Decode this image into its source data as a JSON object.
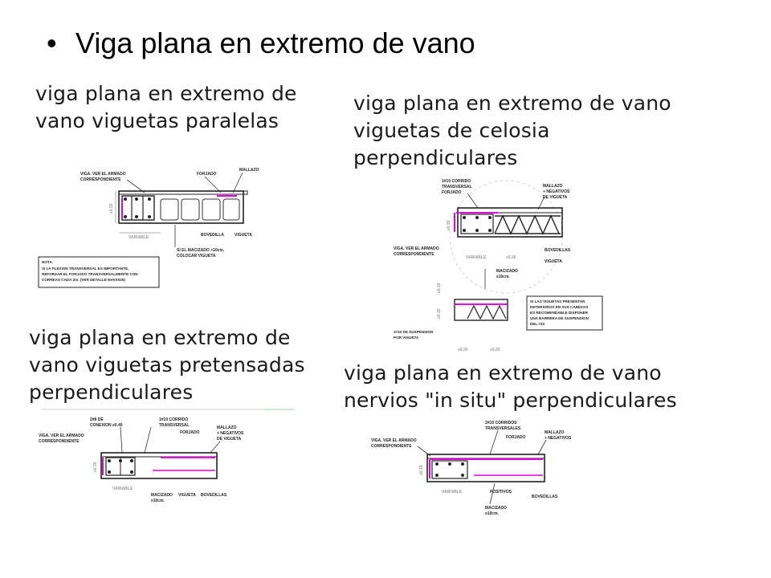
{
  "slide": {
    "bullet": "•",
    "title": "Viga plana en extremo de vano"
  },
  "panels": [
    {
      "caption": [
        "viga plana en extremo de",
        "vano viguetas paralelas"
      ],
      "labels": {
        "viga": "VIGA. VER EL ARMADO",
        "viga2": "CORRESPONDIENTE",
        "forjado": "FORJADO",
        "mallazo": "MALLAZO",
        "h": "≥0.30",
        "variable": "VARIABLE",
        "bovedilla": "BOVEDILLA",
        "vigueta": "VIGUETA",
        "macizado1": "SI EL MACIZADO >10cm.",
        "macizado2": "COLOCAR VIGUETA",
        "note1": "NOTA:",
        "note2": "SI LA FLEXION TRANSVERSAL ES IMPORTANTE,",
        "note3": "REFORZAR EL FORJADO TRANSVERSALMENTE CON",
        "note4": "CORREAS CADA 2m. (VER DETALLE EHVX025)"
      }
    },
    {
      "caption": [
        "viga plana en extremo de vano",
        "viguetas de celosia",
        "perpendiculares"
      ],
      "labels": {
        "corrido1": "1#10 CORRIDO",
        "corrido2": "TRANSVERSAL",
        "forjado": "FORJADO",
        "mallazo1": "MALLAZO",
        "mallazo2": "+ NEGATIVOS",
        "mallazo3": "DE VIGUETA",
        "h": "≥0.30",
        "viga1": "VIGA. VER EL ARMADO",
        "viga2": "CORRESPONDIENTE",
        "variable": "VARIABLE",
        "ancho": "≥0.30",
        "bovedillas": "BOVEDILLAS",
        "vigueta": "VIGUETA",
        "macizado1": "MACIZADO",
        "macizado2": "≥10cm.",
        "h2": "≥0.15",
        "h3": "≥0.15",
        "sus1": "1#10 DE SUSPENSION",
        "sus2": "POR VIGUETA",
        "dim1": "≥0.30",
        "dim2": "≥0.25",
        "note1": "SI LAS VIGUETAS PRESENTAN",
        "note2": "DETERIOROS EN SUS CABEZAS",
        "note3": "ES RECOMENDABLE DISPONER",
        "note4": "UNA BARRERA DE SUSPENSION",
        "note5": "DEL #10"
      }
    },
    {
      "caption": [
        "viga plana en  extremo de",
        "vano viguetas pretensadas",
        "perpendiculares"
      ],
      "labels": {
        "cond1": "2#8 DE",
        "cond2": "CONEXION ≥0.40",
        "corrido1": "1#10 CORRIDO",
        "corrido2": "TRANSVERSAL",
        "forjado": "FORJADO",
        "mallazo1": "MALLAZO",
        "mallazo2": "+ NEGATIVOS",
        "mallazo3": "DE VIGUETA",
        "viga1": "VIGA. VER EL ARMADO",
        "viga2": "CORRESPONDIENTE",
        "h": "≥0.30",
        "variable": "VARIABLE",
        "macizado1": "MACIZADO",
        "macizado2": "≥10cm.",
        "vigueta": "VIGUETA",
        "bovedillas": "BOVEDILLAS"
      }
    },
    {
      "caption": [
        "viga plana en extremo de vano",
        "nervios \"in situ\" perpendiculares"
      ],
      "labels": {
        "corrido1": "2#10 CORRIDOS",
        "corrido2": "TRANSVERSALES",
        "forjado": "FORJADO",
        "mallazo1": "MALLAZO",
        "mallazo2": "+ NEGATIVOS",
        "viga1": "VIGA. VER EL ARMADO",
        "viga2": "CORRESPONDIENTE",
        "h": "≥0.30",
        "variable": "VARIABLE",
        "positivos": "POSITIVOS",
        "bovedillas": "BOVEDILLAS",
        "macizado1": "MACIZADO",
        "macizado2": "≥10cm."
      }
    }
  ],
  "colors": {
    "rebar_accent": "#e000e0",
    "drawing": "#222222",
    "dim": "#999999"
  }
}
